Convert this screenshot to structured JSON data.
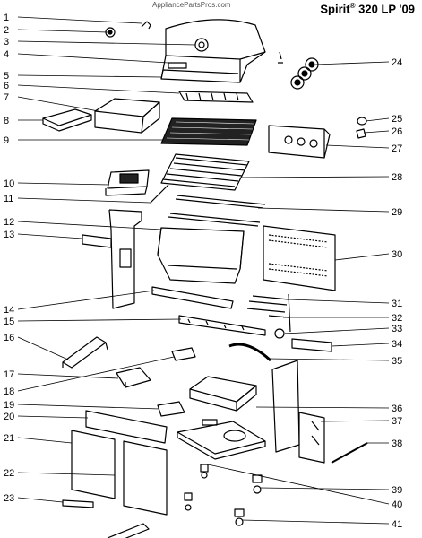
{
  "watermark": "AppliancePartsPros.com",
  "title": {
    "model": "Spirit",
    "mark": "®",
    "rest": " 320 LP '09"
  },
  "callouts": [
    {
      "number": "1"
    },
    {
      "number": "2"
    },
    {
      "number": "3"
    },
    {
      "number": "4"
    },
    {
      "number": "5"
    },
    {
      "number": "6"
    },
    {
      "number": "7"
    },
    {
      "number": "8"
    },
    {
      "number": "9"
    },
    {
      "number": "10"
    },
    {
      "number": "11"
    },
    {
      "number": "12"
    },
    {
      "number": "13"
    },
    {
      "number": "14"
    },
    {
      "number": "15"
    },
    {
      "number": "16"
    },
    {
      "number": "17"
    },
    {
      "number": "18"
    },
    {
      "number": "19"
    },
    {
      "number": "20"
    },
    {
      "number": "21"
    },
    {
      "number": "22"
    },
    {
      "number": "23"
    },
    {
      "number": "24"
    },
    {
      "number": "25"
    },
    {
      "number": "26"
    },
    {
      "number": "27"
    },
    {
      "number": "28"
    },
    {
      "number": "29"
    },
    {
      "number": "30"
    },
    {
      "number": "31"
    },
    {
      "number": "32"
    },
    {
      "number": "33"
    },
    {
      "number": "34"
    },
    {
      "number": "35"
    },
    {
      "number": "36"
    },
    {
      "number": "37"
    },
    {
      "number": "38"
    },
    {
      "number": "39"
    },
    {
      "number": "40"
    },
    {
      "number": "41"
    }
  ]
}
